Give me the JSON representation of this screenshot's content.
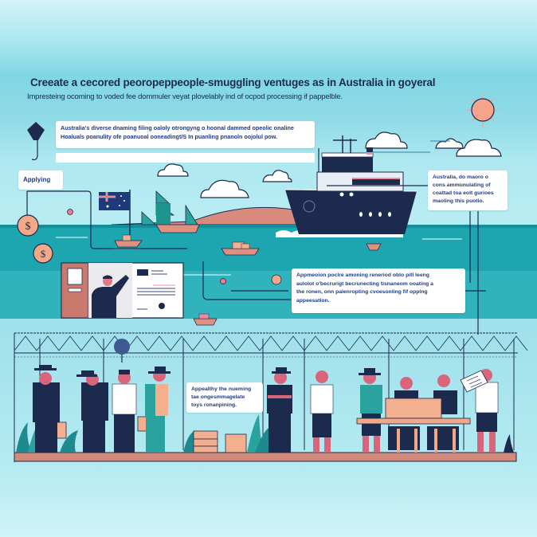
{
  "header": {
    "title": "Creeate a cecored peoropeppeople-smuggling ventuges as in Australia in goyeral",
    "subtitle": "Impresteing ocoming to voded fee dommuler veyat plovelably ind of ocpod processing if pappelble."
  },
  "callouts": {
    "top_left": {
      "line1": "Australia's diverse dnaming filing oaloly otrongyng o hoonal dammed opeolic onaline",
      "line2": "Hoaluals poanulity ofe poanuoal ooneadingt/S In puanling pnanoln oojolul pow."
    },
    "applying_tag": "Applying",
    "right": {
      "line1": "Australia, do maoro o",
      "line2": "cons ammunulating of",
      "line3": "coattad toa eolt gurioes",
      "line4": "maoling this puotio."
    },
    "middle_right": {
      "line1": "Appmeoion poclre amoning reneriod oblo pitl leeng",
      "line2": "aulolot o'becrurigt becrunecting tisnaneom ooating a",
      "line3": "the ronen, onn palenropting cvoesonling fif opplng",
      "line4": "appeesation."
    },
    "bottom": {
      "line1": "Appealthy the nueming",
      "line2": "tae ongesmmagelate",
      "line3": "toys ronanpining."
    }
  },
  "icons": [
    "kite-icon",
    "sun-icon",
    "cloud-icon",
    "australia-flag-icon",
    "sailboat-icon",
    "ship-icon",
    "dollar-coin-icon",
    "virus-icon",
    "document-icon",
    "person-icon",
    "fence-icon",
    "box-icon",
    "plant-icon",
    "table-icon",
    "clipboard-icon"
  ],
  "colors": {
    "navy": "#1c2a4e",
    "sea": "#1aa3ae",
    "coral": "#f4a08a",
    "teal": "#2aa39f",
    "hill": "#d98a7f",
    "box": "#f4b08e"
  }
}
